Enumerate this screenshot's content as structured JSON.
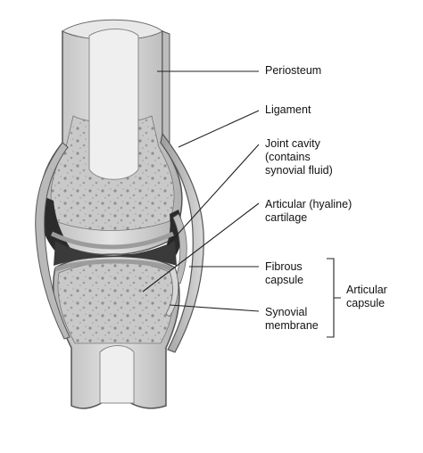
{
  "labels": {
    "periosteum": "Periosteum",
    "ligament": "Ligament",
    "joint_cavity": [
      "Joint cavity",
      "(contains",
      "synovial fluid)"
    ],
    "articular_cartilage": [
      "Articular (hyaline)",
      "cartilage"
    ],
    "fibrous_capsule": [
      "Fibrous",
      "capsule"
    ],
    "synovial_membrane": [
      "Synovial",
      "membrane"
    ],
    "articular_capsule": [
      "Articular",
      "capsule"
    ]
  },
  "colors": {
    "bone_shaft": "#d9d9d9",
    "spongy_bone": "#c4c4c4",
    "marrow_cavity": "#f2f2f2",
    "joint_cavity": "#2b2b2b",
    "leader_line": "#222222"
  }
}
